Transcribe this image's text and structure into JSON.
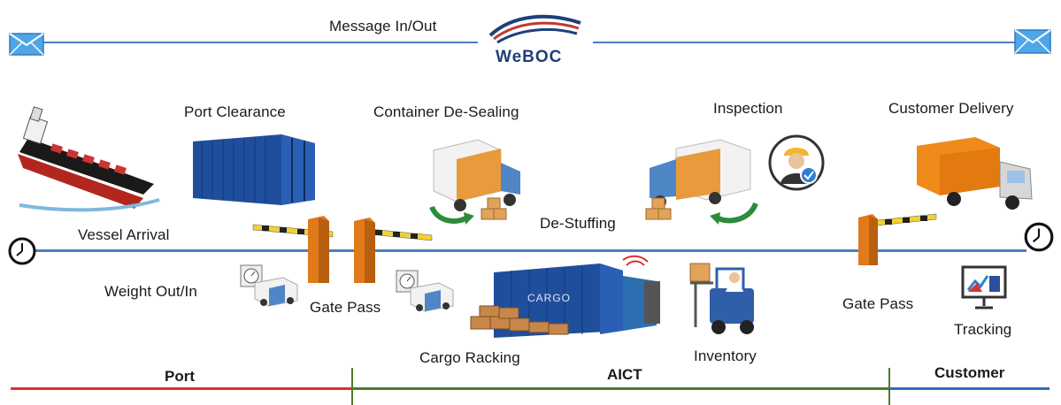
{
  "header": {
    "message_label": "Message In/Out",
    "logo_text": "WeBOC"
  },
  "steps": {
    "vessel_arrival": "Vessel Arrival",
    "port_clearance": "Port Clearance",
    "container_desealing": "Container De-Sealing",
    "inspection": "Inspection",
    "customer_delivery": "Customer Delivery",
    "weight": "Weight Out/In",
    "gate_pass_1": "Gate Pass",
    "de_stuffing": "De-Stuffing",
    "cargo_racking": "Cargo Racking",
    "inventory": "Inventory",
    "gate_pass_2": "Gate Pass",
    "tracking": "Tracking"
  },
  "container_text": "CARGO",
  "segments": {
    "port": "Port",
    "aict": "AICT",
    "customer": "Customer"
  },
  "colors": {
    "message_line": "#4a7fc4",
    "process_line": "#4a7fc4",
    "port_line": "#d9332b",
    "aict_line": "#4e7a2a",
    "customer_line": "#2f6bc0",
    "container_blue": "#1f4e9c",
    "barrier_orange": "#e07a1a"
  },
  "icons": [
    "envelope-icon",
    "weboc-logo-icon",
    "ship-icon",
    "container-icon",
    "truck-unloading-icon",
    "inspector-icon",
    "delivery-truck-icon",
    "clock-icon",
    "scale-truck-icon",
    "gate-barrier-icon",
    "cargo-container-icon",
    "forklift-icon",
    "tracking-monitor-icon"
  ]
}
